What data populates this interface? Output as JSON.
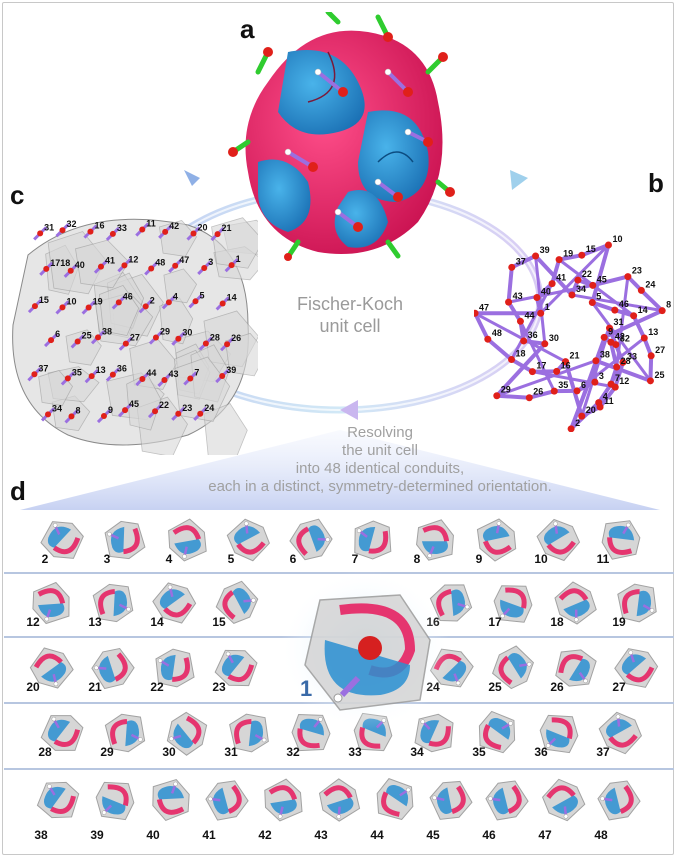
{
  "panel_a": {
    "letter": "a"
  },
  "panel_b": {
    "letter": "b",
    "labels": [
      "31",
      "32",
      "33",
      "12",
      "11",
      "20",
      "21",
      "16",
      "17",
      "18",
      "48",
      "47",
      "1",
      "40",
      "41",
      "19",
      "15",
      "10",
      "5",
      "46",
      "14",
      "13",
      "27",
      "25",
      "38",
      "3",
      "6",
      "35",
      "26",
      "29",
      "30",
      "36",
      "44",
      "43",
      "37",
      "39",
      "34",
      "22",
      "45",
      "23",
      "24",
      "8",
      "9",
      "42",
      "28",
      "7",
      "4",
      "2"
    ]
  },
  "panel_c": {
    "letter": "c",
    "labels": [
      "31",
      "32",
      "16",
      "33",
      "11",
      "42",
      "20",
      "21",
      "1718",
      "40",
      "41",
      "12",
      "48",
      "47",
      "3",
      "1",
      "15",
      "10",
      "19",
      "46",
      "2",
      "4",
      "5",
      "14",
      "6",
      "25",
      "38",
      "27",
      "29",
      "30",
      "28",
      "26",
      "37",
      "35",
      "13",
      "36",
      "44",
      "43",
      "7",
      "39",
      "34",
      "8",
      "9",
      "45",
      "22",
      "23",
      "24"
    ]
  },
  "center": {
    "line1": "Fischer-Koch",
    "line2": "unit cell"
  },
  "resolve": {
    "line1": "Resolving",
    "line2": "the unit cell",
    "line3": "into 48 identical conduits,",
    "line4": "each in a distinct, symmetry-determined orientation."
  },
  "panel_d": {
    "letter": "d",
    "featured": "1",
    "rows": [
      [
        "2",
        "3",
        "4",
        "5",
        "6",
        "7",
        "8",
        "9",
        "10",
        "11"
      ],
      [
        "12",
        "13",
        "14",
        "15",
        "16",
        "17",
        "18",
        "19"
      ],
      [
        "20",
        "21",
        "22",
        "23",
        "24",
        "25",
        "26",
        "27"
      ],
      [
        "28",
        "29",
        "30",
        "31",
        "32",
        "33",
        "34",
        "35",
        "36",
        "37"
      ],
      [
        "38",
        "39",
        "40",
        "41",
        "42",
        "43",
        "44",
        "45",
        "46",
        "47",
        "48"
      ]
    ]
  },
  "colors": {
    "pink": "#e5356f",
    "blue": "#2a8fd1",
    "purple": "#9b6fe0",
    "red": "#e0201a",
    "green": "#2fcc2f",
    "gray": "#cfcfcf"
  }
}
